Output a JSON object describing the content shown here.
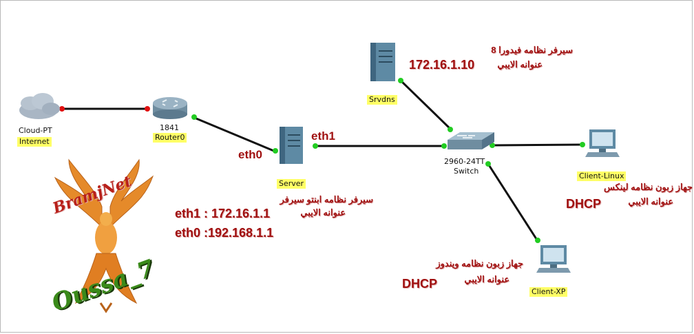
{
  "devices": {
    "cloud": {
      "model": "Cloud-PT",
      "name": "Internet"
    },
    "router": {
      "model": "1841",
      "name": "Router0"
    },
    "server": {
      "name": "Server"
    },
    "srvdns": {
      "name": "Srvdns"
    },
    "switch": {
      "model": "2960-24TT",
      "name": "Switch"
    },
    "client_linux": {
      "name": "Client-Linux"
    },
    "client_xp": {
      "name": "Client-XP"
    }
  },
  "interfaces": {
    "eth0": "eth0",
    "eth1": "eth1"
  },
  "notes": {
    "server_desc": "سيرفر نظامه ابنتو سيرفر",
    "server_ip_label": "عنوانه الايبي",
    "server_eth1": "eth1 : 172.16.1.1",
    "server_eth0": "eth0 :192.168.1.1",
    "srvdns_desc": "سيرفر نظامه فيدورا 8",
    "srvdns_ip_label": "عنوانه الايبي",
    "srvdns_ip": "172.16.1.10",
    "linux_desc": "جهاز زبون نظامه لينكس",
    "linux_ip_label": "عنوانه الايبي",
    "linux_ip": "DHCP",
    "xp_desc": "جهاز زبون نظامه ويندوز",
    "xp_ip_label": "عنوانه الايبي",
    "xp_ip": "DHCP"
  },
  "watermark": {
    "site": "BramjNet",
    "author": "Oussa_7"
  },
  "colors": {
    "annotation": "#a01010",
    "tag_bg": "#ffff66",
    "link_up": "#22cc22",
    "link_down": "#e01010"
  }
}
